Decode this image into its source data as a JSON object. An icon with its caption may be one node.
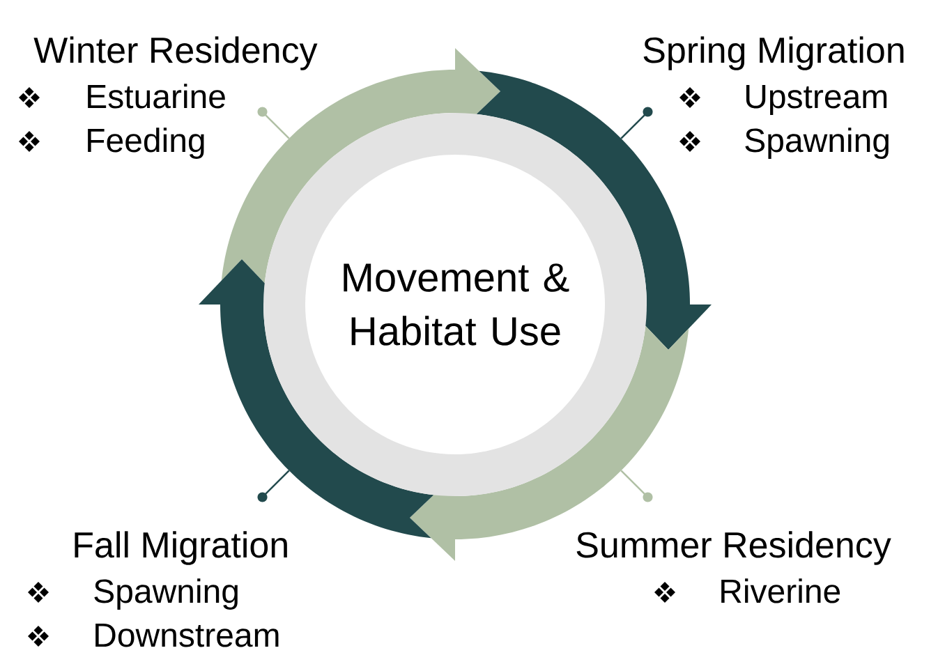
{
  "diagram": {
    "nodes": [
      {
        "text": [],
        "shape": "ring"
      },
      {
        "text": [
          "Movement & Habitat Use"
        ],
        "in": 0
      },
      {
        "text": [
          "Winter Residency",
          "Estuarine",
          "Feeding"
        ]
      },
      {
        "text": [
          "Spring Migration",
          "Upstream",
          "Spawning"
        ]
      },
      {
        "text": [
          "Summer Residency",
          "Riverine"
        ]
      },
      {
        "text": [
          "Fall Migration",
          "Spawning",
          "Downstream"
        ]
      }
    ],
    "edges": [
      {
        "from": 2,
        "to": 0,
        "arrow": "other",
        "color": "#b0c0a5"
      },
      {
        "from": 3,
        "to": 0,
        "arrow": "other",
        "color": "#224a4d"
      },
      {
        "from": 4,
        "to": 0,
        "arrow": "other",
        "color": "#b0c0a5"
      },
      {
        "from": 5,
        "to": 0,
        "arrow": "other",
        "color": "#224a4d"
      }
    ]
  }
}
